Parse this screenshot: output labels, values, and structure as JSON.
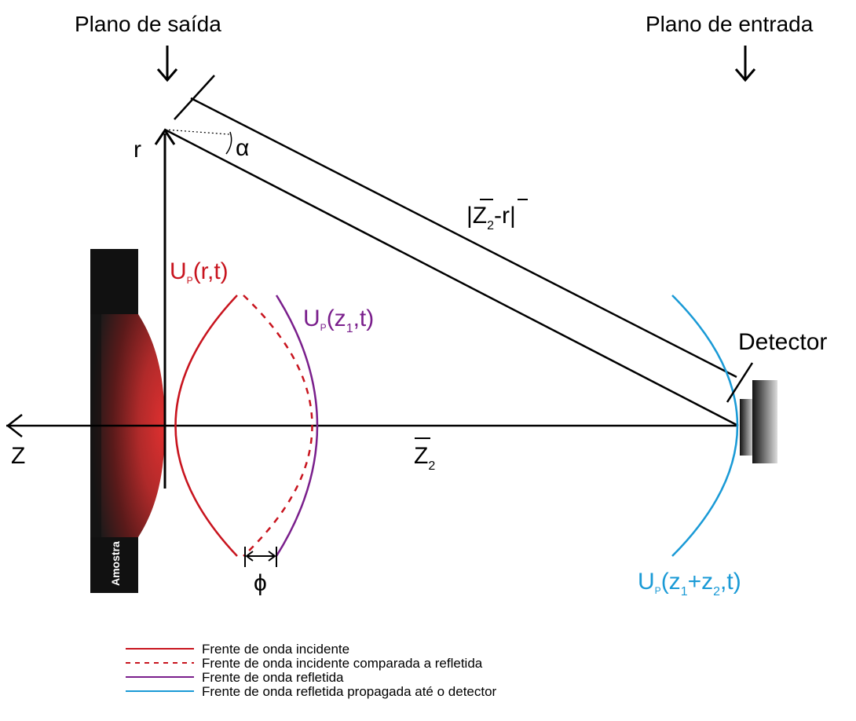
{
  "labels": {
    "exit_plane": "Plano de saída",
    "entry_plane": "Plano de entrada",
    "r_axis": "r",
    "alpha": "α",
    "distance": {
      "main": "|Z",
      "sub": "2",
      "mid": "-",
      "r": "r",
      "end": "|"
    },
    "z_axis": "Z",
    "z2": {
      "main": "Z",
      "sub": "2"
    },
    "phi": "ϕ",
    "detector": "Detector",
    "sample": "Amostra",
    "u_rt": {
      "U": "U",
      "P": "P",
      "args": "(r,t)"
    },
    "u_z1t": {
      "U": "U",
      "P": "P",
      "open": "(z",
      "sub": "1",
      "close": ",t)"
    },
    "u_z1z2t": {
      "U": "U",
      "P": "P",
      "open": "(z",
      "sub1": "1",
      "mid": "+z",
      "sub2": "2",
      "close": ",t)"
    }
  },
  "colors": {
    "incident": "#c8141e",
    "reflected": "#7a1f8c",
    "propagated": "#1a9ad6",
    "axis": "#000000"
  },
  "legend": [
    {
      "text": "Frente de onda incidente",
      "color": "#c8141e",
      "style": "solid"
    },
    {
      "text": "Frente de onda incidente comparada a refletida",
      "color": "#c8141e",
      "style": "dashed"
    },
    {
      "text": "Frente de onda refletida",
      "color": "#7a1f8c",
      "style": "solid"
    },
    {
      "text": "Frente de onda refletida propagada até o detector",
      "color": "#1a9ad6",
      "style": "solid"
    }
  ]
}
